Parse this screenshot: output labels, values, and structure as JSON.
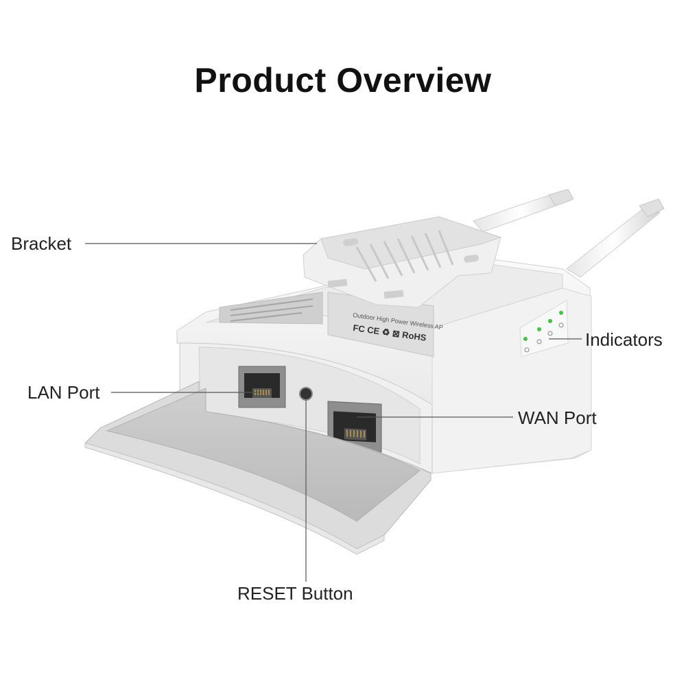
{
  "title": "Product Overview",
  "labels": {
    "bracket": "Bracket",
    "indicators": "Indicators",
    "lan_port": "LAN Port",
    "wan_port": "WAN Port",
    "reset_button": "RESET Button"
  },
  "device_text": {
    "product_line": "Outdoor High Power Wireless AP",
    "cert_marks": "FC CE ♻ ⊠ RoHS"
  },
  "colors": {
    "led_green": "#3cc83c",
    "body_white": "#f4f4f4",
    "shadow_gray": "#c4c4c4"
  }
}
